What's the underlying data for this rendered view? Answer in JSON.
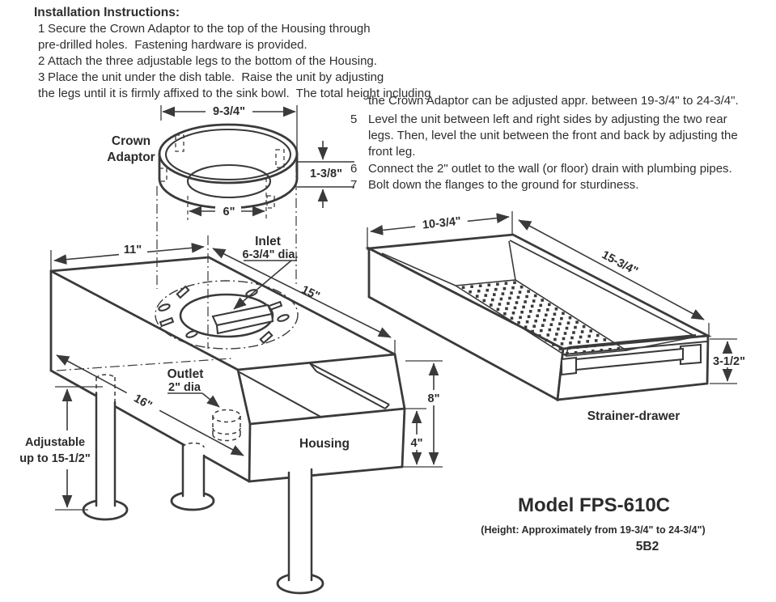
{
  "instructions": {
    "title": "Installation Instructions:",
    "left_lines": [
      {
        "num": "1",
        "text": "Secure the Crown Adaptor to the top of the Housing through"
      },
      {
        "num": "",
        "text": "pre-drilled holes.  Fastening hardware is provided."
      },
      {
        "num": "2",
        "text": "Attach the three adjustable legs to the bottom of the Housing."
      },
      {
        "num": "3",
        "text": "Place the unit under the dish table.  Raise the unit by adjusting"
      },
      {
        "num": "",
        "text": "the legs until it is firmly affixed to the sink bowl.  The total height including"
      }
    ],
    "right_lines": [
      {
        "num": "",
        "text": "the Crown Adaptor can be adjusted appr. between 19-3/4\" to 24-3/4\"."
      },
      {
        "num": "5",
        "text": "Level the unit between left and right sides by adjusting the two rear"
      },
      {
        "num": "",
        "text": "legs. Then, level the unit between the front and back by adjusting the"
      },
      {
        "num": "",
        "text": "front leg."
      },
      {
        "num": "6",
        "text": "Connect the 2\" outlet to the wall (or floor) drain with plumbing pipes."
      },
      {
        "num": "7",
        "text": "Bolt down the flanges to the ground for sturdiness."
      }
    ]
  },
  "labels": {
    "crown_1": "Crown",
    "crown_2": "Adaptor",
    "dim_crown_top": "9-3/4\"",
    "dim_crown_h": "1-3/8\"",
    "dim_crown_inner": "6\"",
    "inlet_1": "Inlet",
    "inlet_2": "6-3/4\" dia.",
    "outlet_1": "Outlet",
    "outlet_2": "2\" dia",
    "dim_11": "11\"",
    "dim_15": "15\"",
    "dim_16": "16\"",
    "dim_8": "8\"",
    "dim_4": "4\"",
    "adjustable_1": "Adjustable",
    "adjustable_2": "up to 15-1/2\"",
    "housing": "Housing",
    "dim_strainer_w": "10-3/4\"",
    "dim_strainer_l": "15-3/4\"",
    "dim_strainer_h": "3-1/2\"",
    "strainer": "Strainer-drawer"
  },
  "footer": {
    "model": "Model FPS-610C",
    "height_note": "(Height: Approximately from 19-3/4\" to 24-3/4\")",
    "code": "5B2"
  },
  "strainer_perforation": {
    "rows": 7,
    "cols": 16
  }
}
